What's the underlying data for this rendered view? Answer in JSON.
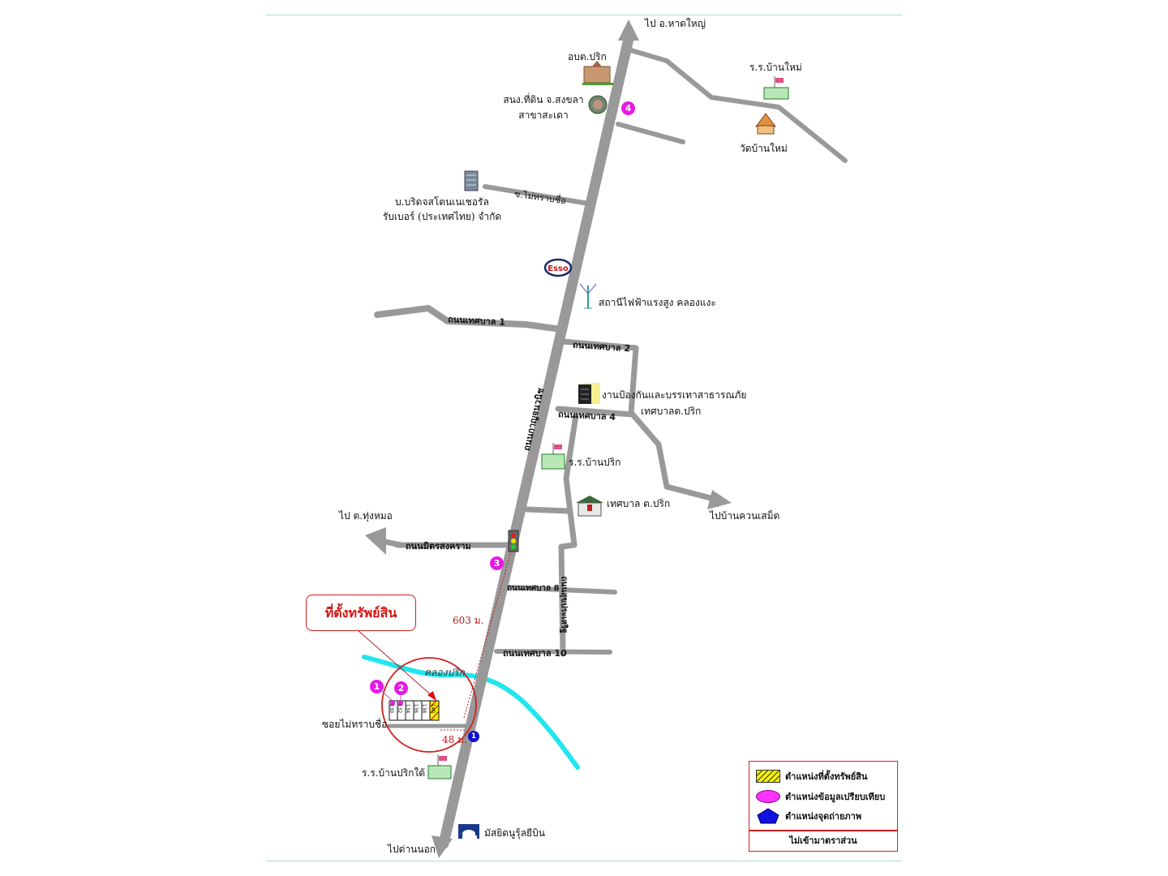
{
  "map": {
    "destinations": {
      "north": "ไป อ.หาดใหญ่",
      "south": "ไปด่านนอก",
      "west": "ไป ต.ทุ่งหมอ",
      "east": "ไปบ้านควนเสม็ด"
    },
    "roads": {
      "main": "ถนนกาญจนวนิช",
      "soi_unknown_north": "ซ.ไม่ทราบชื่อ",
      "thesaban1": "ถนนเทศบาล 1",
      "thesaban2": "ถนนเทศบาล 2",
      "thesaban4": "ถนนเทศบาล 4",
      "mitsongkhram": "ถนนมิตรสงคราม",
      "thesaban8": "ถนนเทศบาล 8",
      "thesaban10": "ถนนเทศบาล 10",
      "suk_prasert": "ถนนสุขประเสริฐ",
      "soi_unknown_property": "ซอยไม่ทราบชื่อ"
    },
    "landmarks": {
      "obt_prik": "อบต.ปริก",
      "land_office_1": "สนง.ที่ดิน จ.สงขลา",
      "land_office_2": "สาขาสะเดา",
      "school_ban_mai": "ร.ร.บ้านใหม่",
      "wat_ban_mai": "วัดบ้านใหม่",
      "company_1": "บ.บริดจสโตนเนเชอรัล",
      "company_2": "รับเบอร์ (ประเทศไทย) จำกัด",
      "esso": "Esso",
      "power_station": "สถานีไฟฟ้าแรงสูง คลองแงะ",
      "disaster_1": "งานป้องกันและบรรเทาสาธารณภัย",
      "disaster_2": "เทศบาลต.ปริก",
      "school_ban_prik": "ร.ร.บ้านปริก",
      "municipality": "เทศบาล ต.ปริก",
      "canal": "คลองปริก",
      "school_prik_tai": "ร.ร.บ้านปริกใต้",
      "mosque": "มัสยิดนูรุ้ลยีบิน"
    },
    "property_callout": "ที่ตั้งทรัพย์สิน",
    "distances": {
      "to_traffic_light": "603 ม.",
      "to_main_road": "48 ม."
    },
    "markers": {
      "comparable_1": "1",
      "comparable_2": "2",
      "comparable_3": "3",
      "comparable_4": "4",
      "photo_point_1": "1"
    },
    "lots": [
      "130",
      "132",
      "134",
      "136",
      "138",
      "140"
    ]
  },
  "legend": {
    "items": [
      {
        "label": "ตำแหน่งที่ตั้งทรัพย์สิน",
        "symbol": "yellow-hatch"
      },
      {
        "label": "ตำแหน่งข้อมูลเปรียบเทียบ",
        "symbol": "magenta-ellipse"
      },
      {
        "label": "ตำแหน่งจุดถ่ายภาพ",
        "symbol": "blue-pentagon"
      }
    ],
    "scale_note": "ไม่เข้ามาตราส่วน"
  },
  "colors": {
    "road": "#999999",
    "canal": "#22e6ee",
    "marker_comparable": "#e619e6",
    "marker_photo": "#1010c8",
    "highlight": "#d02020",
    "frame": "#a8dcc8"
  }
}
